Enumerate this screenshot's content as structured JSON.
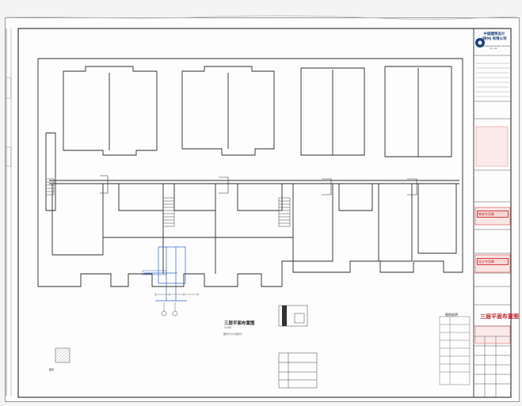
{
  "company": {
    "name_line1": "中国建筑设计",
    "name_line2": "(徐州) 有限公司",
    "name_en": "China Architecture Design (Xuzhou) Co., Ltd."
  },
  "drawing": {
    "title": "三层平面布置图",
    "scale": "1:100",
    "note": "图中尺寸以毫米计"
  },
  "legend": {
    "title": "图例说明"
  },
  "hatch": {
    "label": "图例"
  },
  "title_block": {
    "sheet_name": "三层平面布置图",
    "stamp_text_1": "审核专用章",
    "stamp_text_2": "设计专用章"
  },
  "colors": {
    "line": "#2a2a2a",
    "accent_blue": "#2f63c4",
    "stamp_red": "#c02828"
  }
}
